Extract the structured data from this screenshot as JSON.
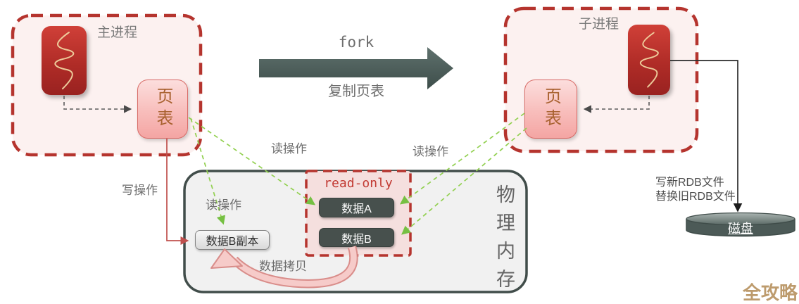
{
  "colors": {
    "accent_red": "#b5342e",
    "process_fill": "#fcf1f0",
    "page_table_border": "#d86a66",
    "page_table_text": "#a8612f",
    "green_arrow": "#92d050",
    "memory_fill": "#f1f1f1",
    "memory_border": "#414d4a",
    "dark_box_fill": "#47504d",
    "readonly_fill": "#f5dfde",
    "readonly_text": "#c23b34",
    "fork_arrow": "#465653",
    "pink_arrow": "#f6cbc9",
    "write_arrow": "#c0504d",
    "watermark": "#bd9b6d"
  },
  "main_process": {
    "label": "主进程",
    "page_table_label": "页表"
  },
  "child_process": {
    "label": "子进程",
    "page_table_label": "页表"
  },
  "fork_arrow": {
    "title": "fork",
    "subtitle": "复制页表"
  },
  "memory": {
    "label": "物理内存",
    "readonly_label": "read-only",
    "data_a_label": "数据A",
    "data_b_label": "数据B",
    "data_b_copy_label": "数据B副本",
    "read_op_inner_label": "读操作",
    "data_copy_label": "数据拷贝"
  },
  "annotations": {
    "write_op": "写操作",
    "read_op_left": "读操作",
    "read_op_right": "读操作",
    "rdb_line1": "写新RDB文件",
    "rdb_line2": "替换旧RDB文件"
  },
  "disk": {
    "label": "磁盘"
  },
  "watermark": {
    "text": "全攻略"
  }
}
